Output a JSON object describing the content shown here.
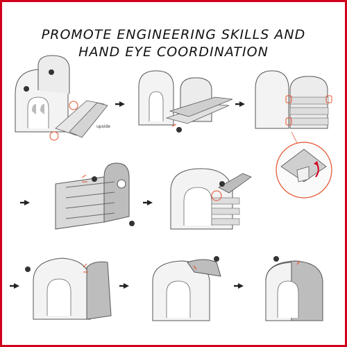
{
  "title_line1": "PROMOTE ENGINEERING SKILLS AND",
  "title_line2": "HAND EYE COORDINATION",
  "label_upside": "upside",
  "colors": {
    "border": "#d0021b",
    "marker": "#e5502a",
    "panel_shade": "#bdbdbd",
    "line": "#555555"
  }
}
